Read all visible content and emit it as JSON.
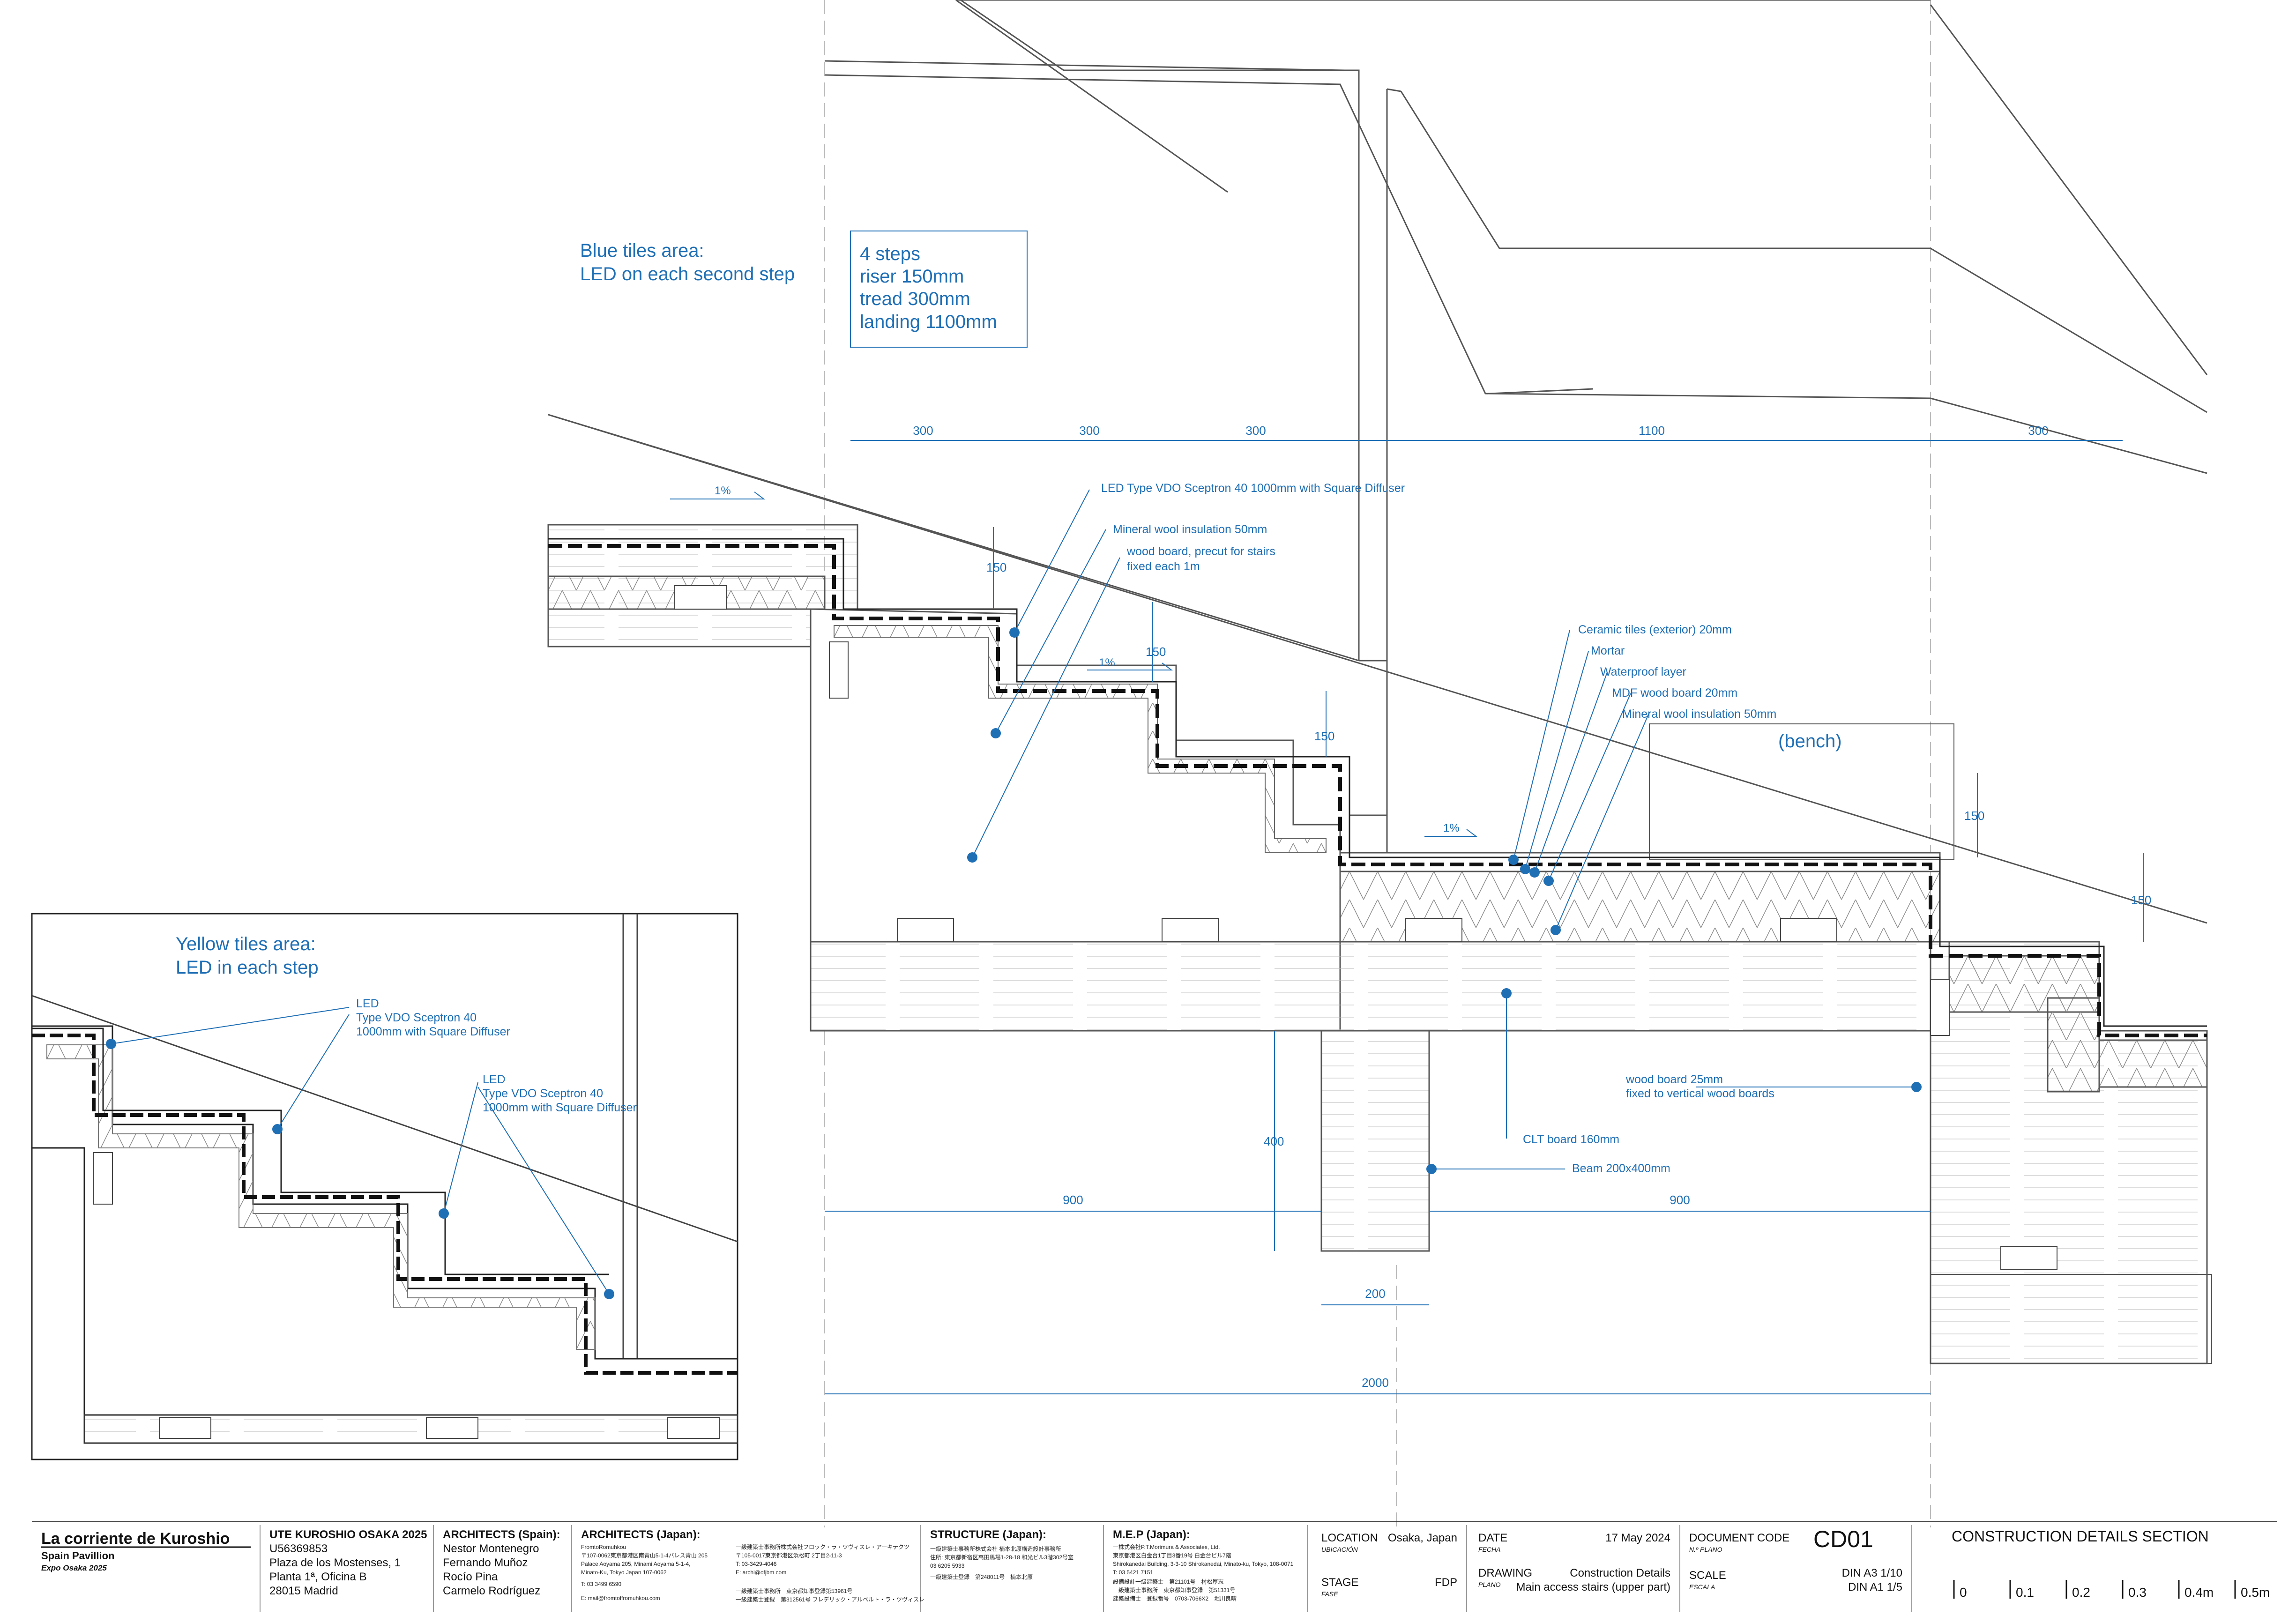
{
  "colors": {
    "annotation": "#1f6fb5",
    "linework": "#222222",
    "background": "#ffffff"
  },
  "notes": {
    "blue_area_l1": "Blue tiles area:",
    "blue_area_l2": "LED on each second step",
    "steps_box": [
      "4 steps",
      "riser 150mm",
      "tread 300mm",
      "landing 1100mm"
    ],
    "bench": "(bench)",
    "led_label": "LED Type VDO Sceptron 40 1000mm with Square Diffuser",
    "mineral_wool": "Mineral wool insulation 50mm",
    "wood_board_l1": "wood board, precut for stairs",
    "wood_board_l2": "fixed each 1m",
    "ceramic": "Ceramic tiles (exterior) 20mm",
    "mortar": "Mortar",
    "waterproof": "Waterproof layer",
    "mdf": "MDF wood board 20mm",
    "mineral_wool2": "Mineral wool insulation 50mm",
    "wood25_l1": "wood board 25mm",
    "wood25_l2": "fixed to vertical wood boards",
    "clt": "CLT board 160mm",
    "beam": "Beam 200x400mm",
    "slope1": "1%",
    "slope2": "1%",
    "slope3": "1%"
  },
  "dimensions": {
    "top": [
      "300",
      "300",
      "300",
      "1100",
      "300"
    ],
    "riser": "150",
    "beam_h": "400",
    "span_left": "900",
    "span_right": "900",
    "beam_w": "200",
    "total": "2000"
  },
  "inset": {
    "title_l1": "Yellow tiles area:",
    "title_l2": "LED in each step",
    "led1": [
      "LED",
      "Type VDO Sceptron 40",
      "1000mm with Square Diffuser"
    ],
    "led2": [
      "LED",
      "Type VDO Sceptron 40",
      "1000mm with Square Diffuser"
    ]
  },
  "title_block": {
    "project": "La corriente de Kuroshio",
    "pavilion": "Spain Pavillion",
    "expo": "Expo Osaka 2025",
    "ute_title": "UTE KUROSHIO OSAKA 2025",
    "ute_lines": [
      "U56369853",
      "Plaza de los Mostenses, 1",
      "Planta 1ª, Oficina B",
      "28015 Madrid"
    ],
    "arch_es_title": "ARCHITECTS (Spain):",
    "arch_es_lines": [
      "Nestor Montenegro",
      "Fernando Muñoz",
      "Rocío Pina",
      "Carmelo Rodríguez"
    ],
    "arch_jp_title": "ARCHITECTS (Japan):",
    "arch_jp_lines": [
      "FromtoRomuhkou",
      "〒107-0062東京都港区南青山5-1-4パレス青山 205",
      "Palace Aoyama 205, Minami Aoyama 5-1-4,",
      "Minato-Ku, Tokyo Japan 107-0062",
      "T:        03 3499 6590",
      "E:        mail@fromtoffromuhkou.com"
    ],
    "arch_jp2_lines": [
      "一級建築士事務所株式会社フロック・ラ・ツヴィスレ・アーキテクツ",
      "〒105-0017東京都港区浜松町 2丁目2-11-3",
      "T:                03-3429-4046",
      "E:                archi@ofjbm.com",
      "一級建築士事務所　東京都知事登録第53961号",
      "一級建築士登録　第312561号 フレデリック・アルベルト・ラ・ツヴィスレ"
    ],
    "structure_title": "STRUCTURE (Japan):",
    "structure_lines": [
      "一級建築士事務所株式会社 楠本北原構造設計事務所",
      "住所: 東京都新宿区高田馬場1-28-18 和光ビル3階302号室",
      "03 6205 5933",
      "一級建築士登録　第248011号　楠本北原"
    ],
    "mep_title": "M.E.P (Japan):",
    "mep_lines": [
      "一株式会社P.T.Morimura & Associates, Ltd.",
      "東京都港区白金台1丁目3番19号 白金台ビル7階",
      "Shirokanedai Building, 3-3-10 Shirokanedai, Minato-ku, Tokyo, 108-0071",
      "T:                03 5421 7151",
      "設備設計一級建築士　第21101号　村松厚志",
      "一級建築士事務所　東京都知事登録　第51331号",
      "建築設備士　登録番号　0703-7066X2　堀川良晴"
    ],
    "location_label": "LOCATION",
    "location_sub": "UBICACIÓN",
    "location_value": "Osaka, Japan",
    "stage_label": "STAGE",
    "stage_sub": "FASE",
    "stage_value": "FDP",
    "date_label": "DATE",
    "date_sub": "FECHA",
    "date_value": "17 May 2024",
    "drawing_label": "DRAWING",
    "drawing_sub": "PLANO",
    "drawing_value1": "Construction Details",
    "drawing_value2": "Main access stairs (upper part)",
    "doccode_label": "DOCUMENT CODE",
    "doccode_sub": "N.º PLANO",
    "doccode_value": "CD01",
    "scale_label": "SCALE",
    "scale_sub": "ESCALA",
    "scale_value1": "DIN A3  1/10",
    "scale_value2": "DIN A1  1/5",
    "sheet_title": "CONSTRUCTION DETAILS SECTION",
    "scalebar": [
      "0",
      "0.1",
      "0.2",
      "0.3",
      "0.4m",
      "0.5m"
    ]
  }
}
